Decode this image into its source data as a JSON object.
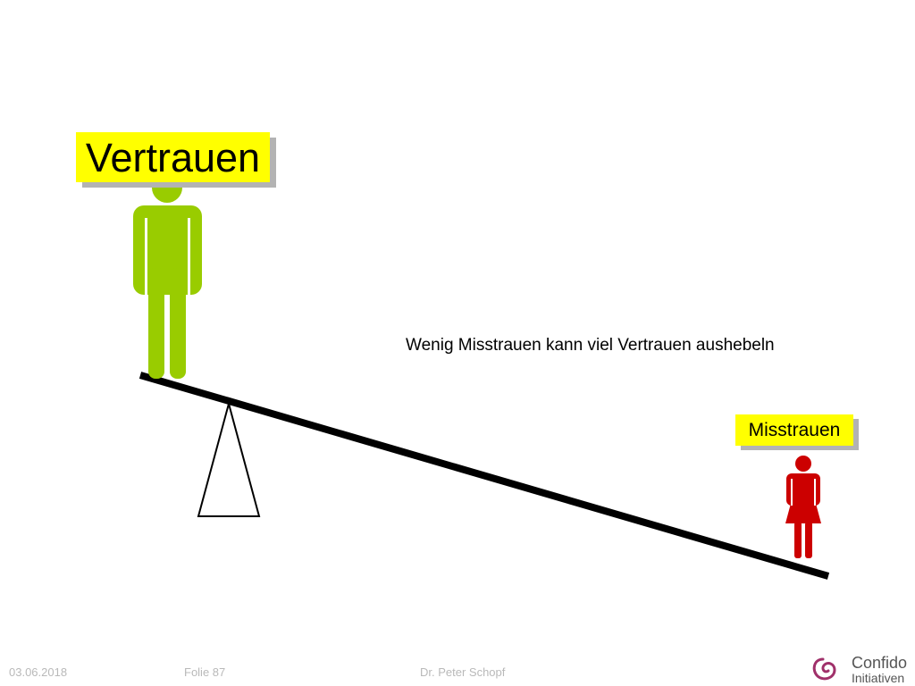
{
  "diagram": {
    "label_trust": "Vertrauen",
    "label_distrust": "Misstrauen",
    "caption": "Wenig Misstrauen kann viel Vertrauen aushebeln",
    "colors": {
      "trust_figure": "#99cc00",
      "distrust_figure": "#cc0000",
      "label_background": "#ffff00",
      "beam": "#000000"
    }
  },
  "footer": {
    "date": "03.06.2018",
    "slide": "Folie 87",
    "author": "Dr. Peter Schopf"
  },
  "logo": {
    "line1": "Confido",
    "line2": "Initiativen",
    "icon": "spiral-icon",
    "color": "#a0306a"
  }
}
